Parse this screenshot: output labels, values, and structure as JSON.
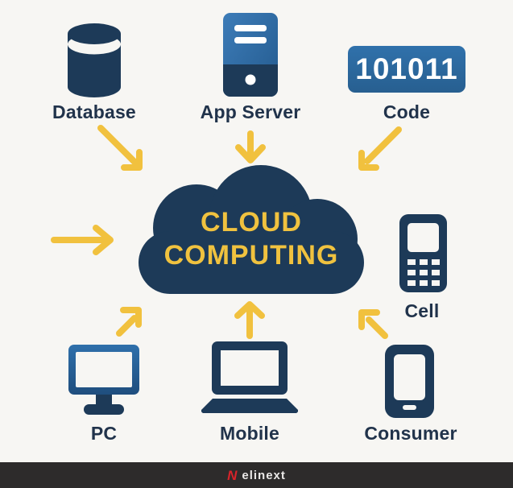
{
  "cloud": {
    "line1": "CLOUD",
    "line2": "COMPUTING"
  },
  "nodes": {
    "database": {
      "label": "Database"
    },
    "app_server": {
      "label": "App Server"
    },
    "code": {
      "label": "Code",
      "binary": "101011"
    },
    "cell": {
      "label": "Cell"
    },
    "consumer": {
      "label": "Consumer"
    },
    "mobile": {
      "label": "Mobile"
    },
    "pc": {
      "label": "PC"
    }
  },
  "footer": {
    "brand": "elinext"
  },
  "colors": {
    "navy": "#1d3a58",
    "blue": "#2e6da6",
    "arrow_yellow": "#f1c13e",
    "cloud_text_yellow": "#f0c23f",
    "background": "#f7f6f3",
    "footer_bg": "#2d2b2b",
    "brand_red": "#d8232a",
    "label_navy": "#21334b"
  }
}
